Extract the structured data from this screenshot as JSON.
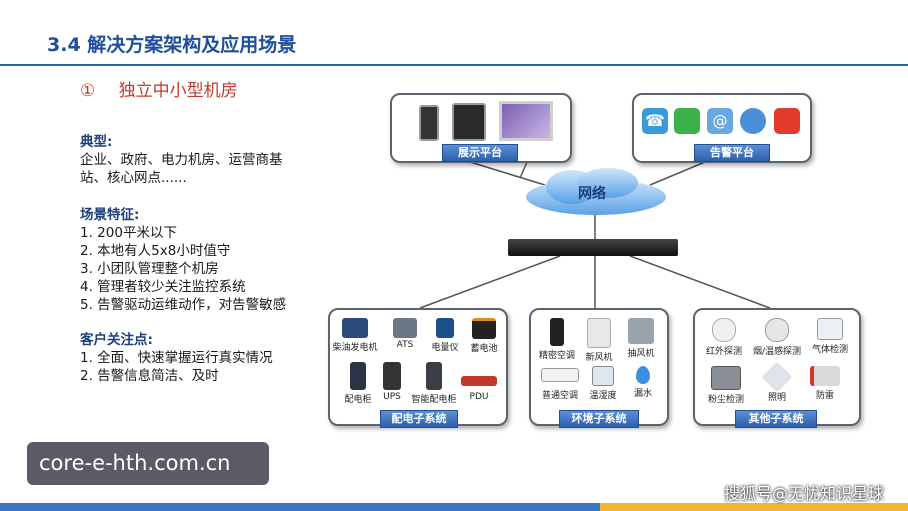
{
  "title": "3.4 解决方案架构及应用场景",
  "subtitle": {
    "num": "①",
    "text": "独立中小型机房"
  },
  "left": {
    "typical_head": "典型:",
    "typical_lines": [
      "企业、政府、电力机房、运营商基",
      "站、核心网点......"
    ],
    "features_head": "场景特征:",
    "features": [
      "1.  200平米以下",
      "2.  本地有人5x8小时值守",
      "3.  小团队管理整个机房",
      "4.  管理者较少关注监控系统",
      "5.  告警驱动运维动作，对告警敏感"
    ],
    "concerns_head": "客户关注点:",
    "concerns": [
      "1.  全面、快速掌握运行真实情况",
      "2.  告警信息简洁、及时"
    ]
  },
  "diagram": {
    "display_platform": "展示平台",
    "alarm_platform": "告警平台",
    "network": "网络",
    "power_subsystem": "配电子系统",
    "env_subsystem": "环境子系统",
    "other_subsystem": "其他子系统",
    "power_devices": [
      "柴油发电机",
      "ATS",
      "电量仪",
      "蓄电池",
      "配电柜",
      "UPS",
      "智能配电柜",
      "PDU"
    ],
    "env_devices": [
      "精密空调",
      "新风机",
      "抽风机",
      "普通空调",
      "温湿度",
      "漏水"
    ],
    "other_devices": [
      "红外探测",
      "烟/温感探测",
      "气体检测",
      "粉尘检测",
      "照明",
      "防雷"
    ]
  },
  "watermark": "core-e-hth.com.cn",
  "watermark2": "搜狐号@无忧知识星球"
}
